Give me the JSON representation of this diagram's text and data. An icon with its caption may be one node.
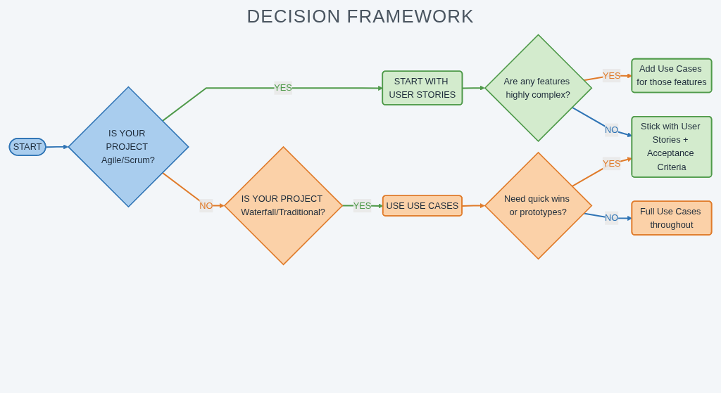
{
  "diagram": {
    "title": "DECISION FRAMEWORK",
    "nodes": [
      {
        "text": [
          "START"
        ]
      },
      {
        "text": [
          "IS YOUR PROJECT Agile/Scrum?"
        ]
      },
      {
        "text": [
          "START WITH USER STORIES"
        ]
      },
      {
        "text": [
          "IS YOUR PROJECT Waterfall/Traditional?"
        ]
      },
      {
        "text": [
          "USE USE CASES"
        ]
      },
      {
        "text": [
          "Are any features highly complex?"
        ]
      },
      {
        "text": [
          "Add Use Cases for those features"
        ]
      },
      {
        "text": [
          "Need quick wins or prototypes?"
        ]
      },
      {
        "text": [
          "Stick with User Stories + Acceptance Criteria"
        ]
      },
      {
        "text": [
          "Full Use Cases throughout"
        ]
      }
    ],
    "edges": [
      {
        "from": 0,
        "to": 1,
        "arrow": "to",
        "color": "#2f74b5"
      },
      {
        "from": 1,
        "to": 2,
        "arrow": "to",
        "label": "YES",
        "color": "#4f9a4a"
      },
      {
        "from": 1,
        "to": 3,
        "arrow": "to",
        "label": "NO"
      },
      {
        "from": 2,
        "to": 5,
        "arrow": "to",
        "color": "#4f9a4a"
      },
      {
        "from": 3,
        "to": 4,
        "arrow": "to",
        "label": "YES",
        "color": "#4f9a4a"
      },
      {
        "from": 5,
        "to": 6,
        "arrow": "to",
        "label": "YES"
      },
      {
        "from": 4,
        "to": 7,
        "arrow": "to"
      },
      {
        "from": 5,
        "to": 8,
        "arrow": "to",
        "label": "NO",
        "color": "#2f74b5"
      },
      {
        "from": 7,
        "to": 8,
        "arrow": "to",
        "label": "YES"
      },
      {
        "from": 7,
        "to": 9,
        "arrow": "to",
        "label": "NO",
        "color": "#2f74b5"
      }
    ]
  }
}
